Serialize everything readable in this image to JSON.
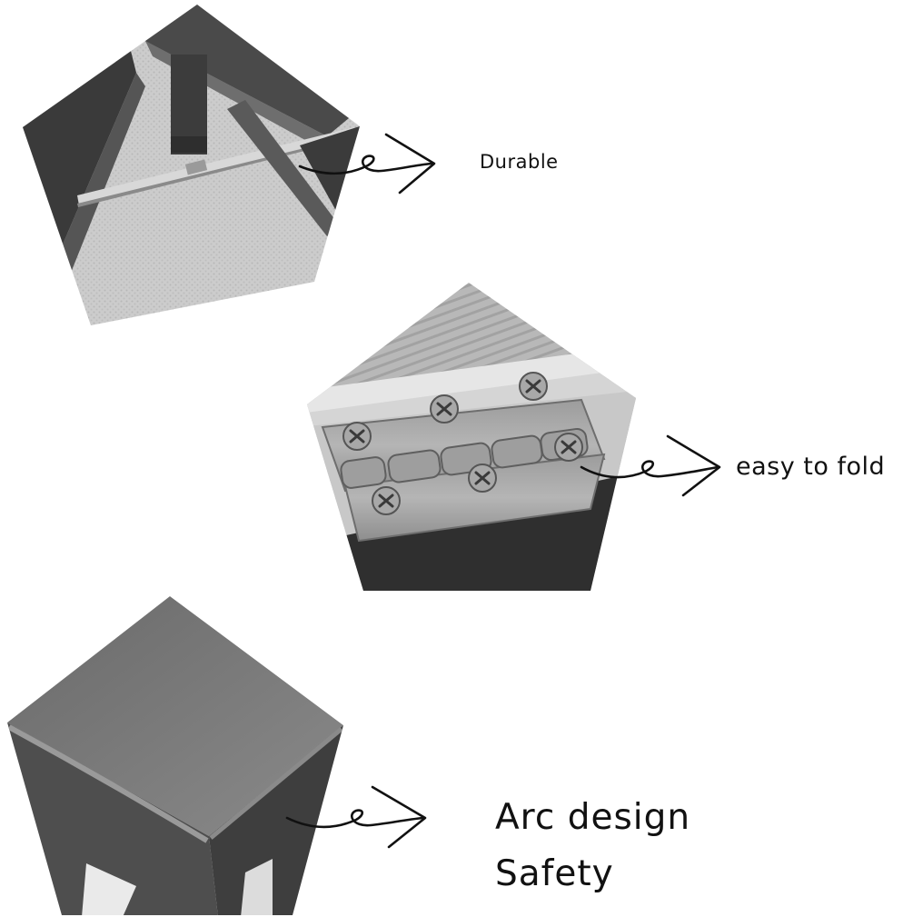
{
  "features": [
    {
      "id": "durable",
      "text": "Durable",
      "photo": "bench-leg-and-crossbar-photo"
    },
    {
      "id": "fold",
      "text": "easy to fold",
      "photo": "metal-hinge-with-screws-photo"
    },
    {
      "id": "arc",
      "text": "Arc design",
      "photo": "rounded-bench-corner-photo"
    },
    {
      "id": "safety",
      "text": "Safety",
      "photo": "rounded-bench-corner-photo"
    }
  ],
  "colors": {
    "background": "#ffffff",
    "text": "#111111",
    "arrow": "#111111"
  },
  "icons": [
    "curly-arrow-icon"
  ]
}
